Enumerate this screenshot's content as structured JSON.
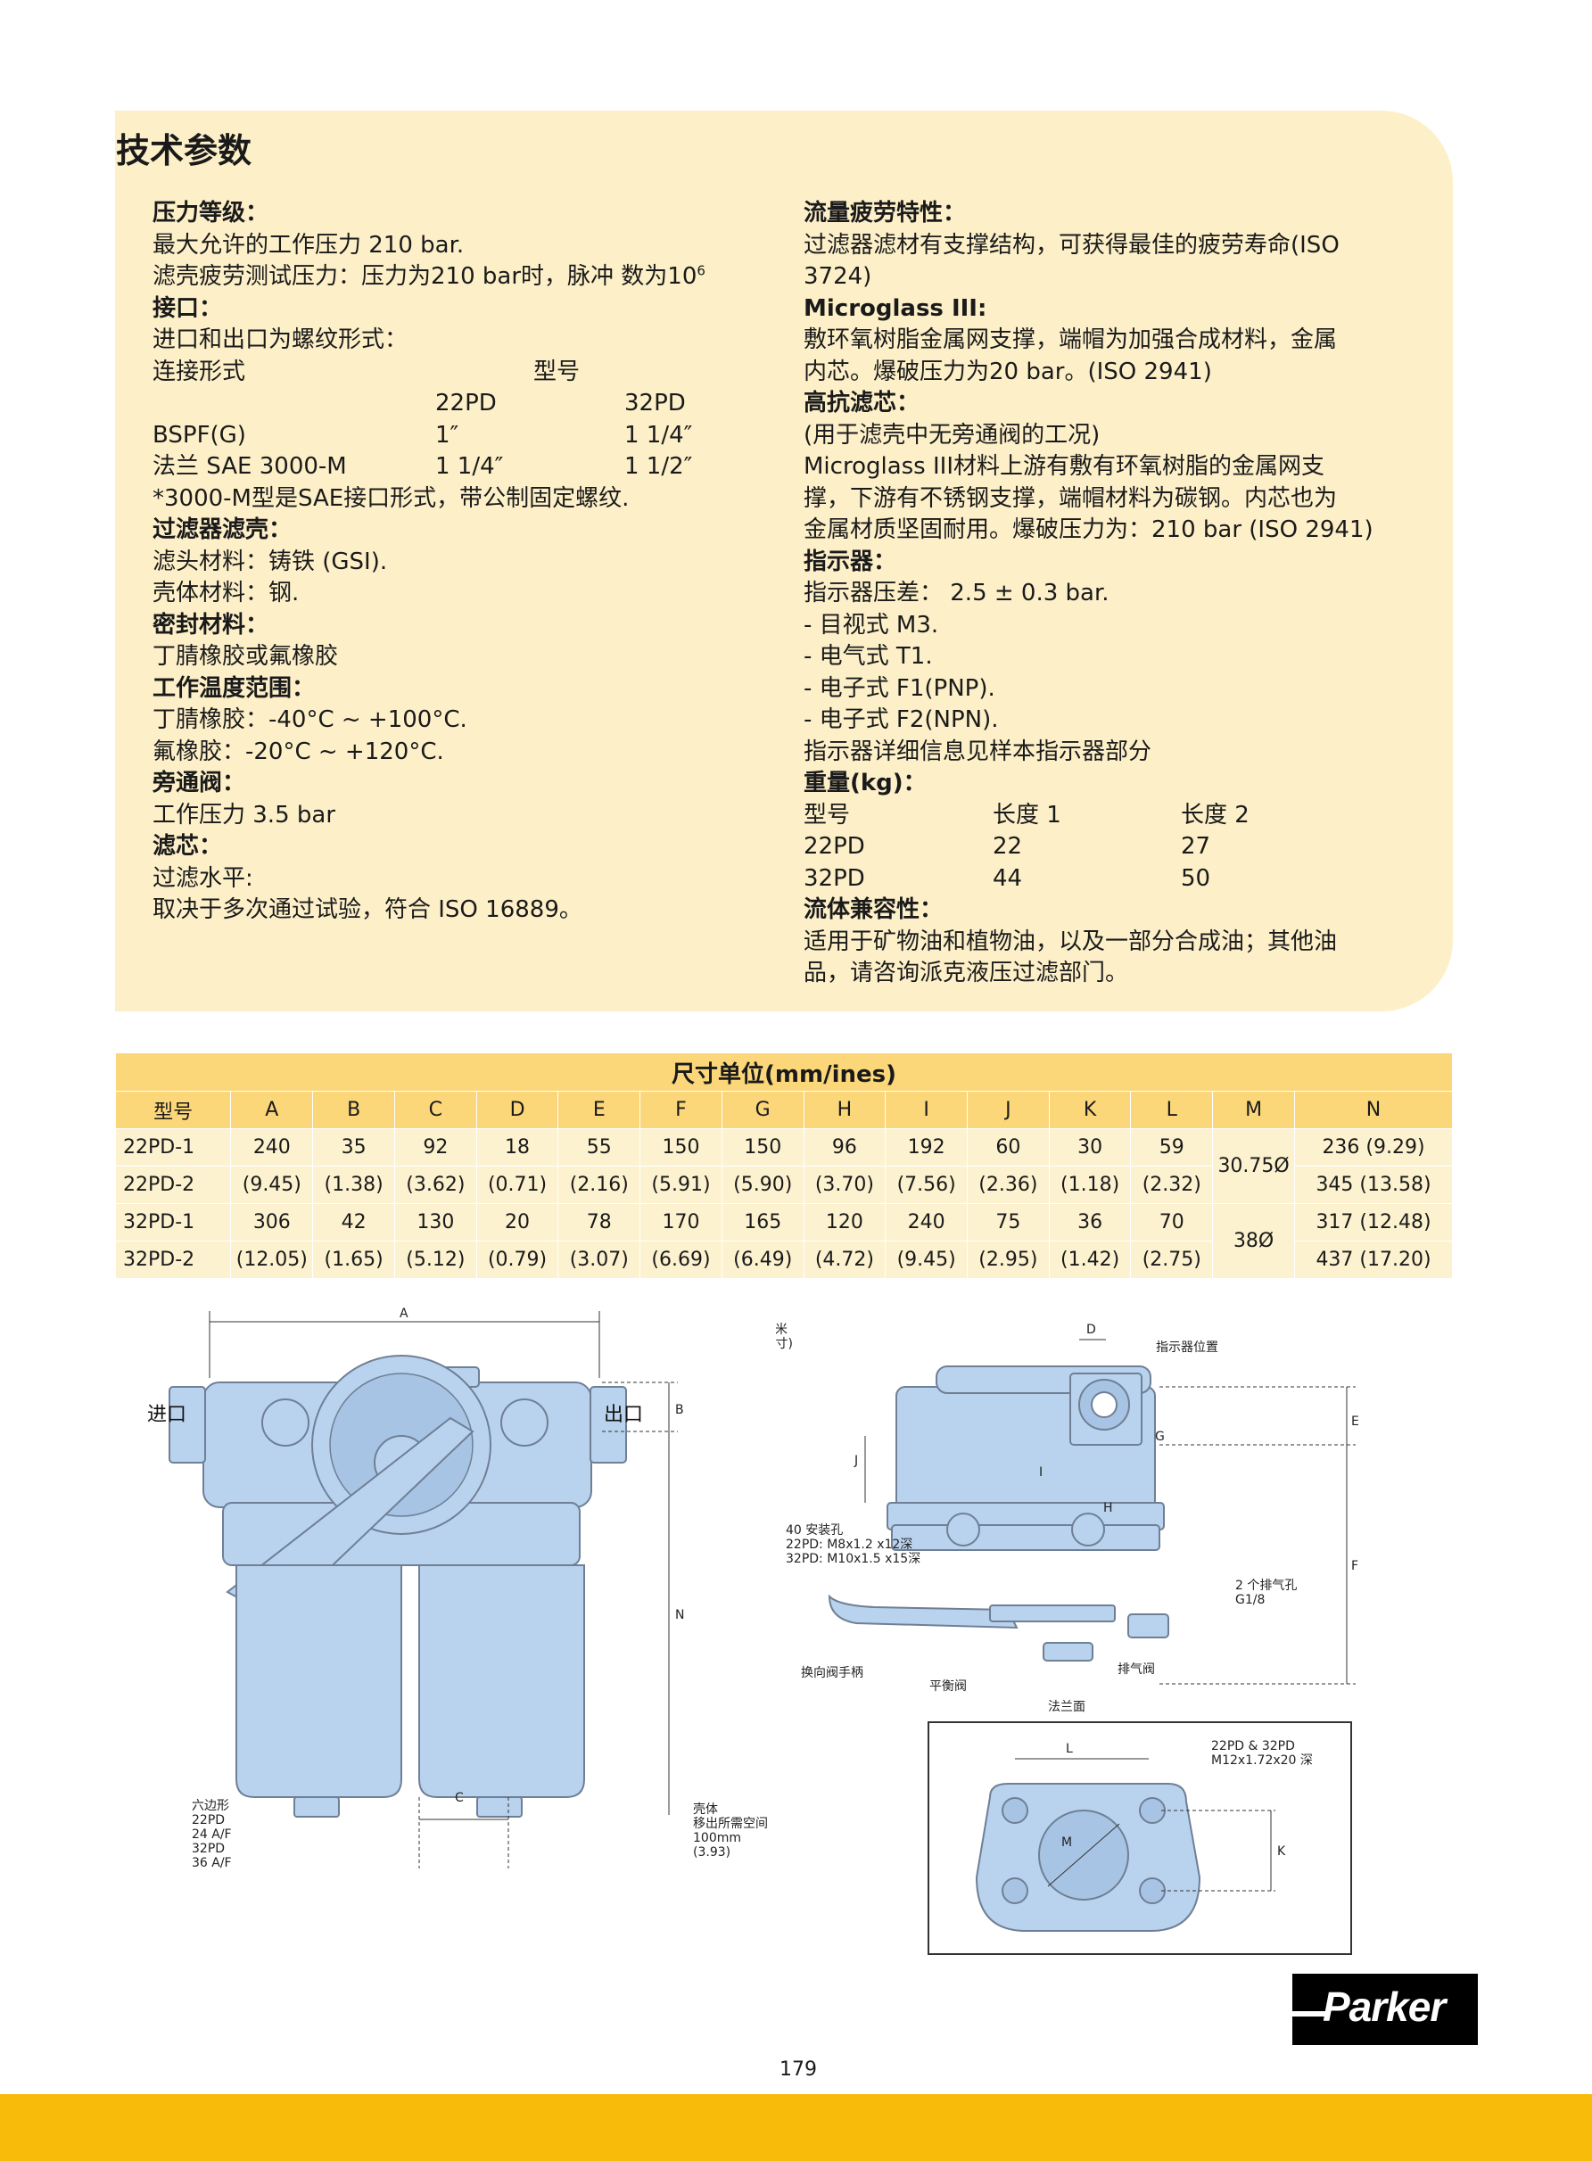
{
  "page_title": "技术参数",
  "left_column": {
    "pressure_title": "压力等级：",
    "pressure_line1": "最大允许的工作压力 210 bar.",
    "pressure_line2": "滤壳疲劳测试压力：压力为210 bar时，脉冲 数为10",
    "pressure_line2_sup": "6",
    "ports_title": "接口：",
    "ports_line1": "进口和出口为螺纹形式：",
    "ports_header": {
      "col1": "连接形式",
      "col2": "型号"
    },
    "ports_models": {
      "m1": "22PD",
      "m2": "32PD"
    },
    "ports_rows": [
      {
        "name": "BSPF(G)",
        "v1": "1″",
        "v2": "1 1/4″"
      },
      {
        "name": "法兰 SAE 3000-M",
        "v1": "1 1/4″",
        "v2": "1 1/2″"
      }
    ],
    "ports_note": "*3000-M型是SAE接口形式，带公制固定螺纹.",
    "housing_title": "过滤器滤壳：",
    "housing_line1": "滤头材料：铸铁 (GSI).",
    "housing_line2": "壳体材料：钢.",
    "seal_title": "密封材料：",
    "seal_line1": "丁腈橡胶或氟橡胶",
    "temp_title": "工作温度范围：",
    "temp_line1": "丁腈橡胶：-40°C ~ +100°C.",
    "temp_line2": "氟橡胶：-20°C ~ +120°C.",
    "bypass_title": "旁通阀：",
    "bypass_line1": "工作压力 3.5 bar",
    "element_title": "滤芯：",
    "element_line1": "过滤水平:",
    "element_line2": "取决于多次通过试验，符合 ISO 16889。"
  },
  "right_column": {
    "fatigue_title": "流量疲劳特性：",
    "fatigue_line1": "过滤器滤材有支撑结构，可获得最佳的疲劳寿命(ISO",
    "fatigue_line2": "3724)",
    "microglass_title": "Microglass III:",
    "microglass_line1": "敷环氧树脂金属网支撑，端帽为加强合成材料，金属",
    "microglass_line2": "内芯。爆破压力为20 bar。(ISO 2941)",
    "highcollapse_title": "高抗滤芯：",
    "highcollapse_line1": "(用于滤壳中无旁通阀的工况)",
    "highcollapse_line2": "Microglass III材料上游有敷有环氧树脂的金属网支",
    "highcollapse_line3": "撑，下游有不锈钢支撑，端帽材料为碳钢。内芯也为",
    "highcollapse_line4": "金属材质坚固耐用。爆破压力为：210 bar (ISO 2941)",
    "indicator_title": "指示器：",
    "indicator_line1": "指示器压差： 2.5 ± 0.3 bar.",
    "indicator_items": [
      "- 目视式 M3.",
      "- 电气式 T1.",
      "- 电子式 F1(PNP).",
      "- 电子式 F2(NPN)."
    ],
    "indicator_note": "指示器详细信息见样本指示器部分",
    "weight_title": "重量(kg)：",
    "weight_header": {
      "c1": "型号",
      "c2": "长度 1",
      "c3": "长度 2"
    },
    "weight_rows": [
      {
        "c1": "22PD",
        "c2": "22",
        "c3": "27"
      },
      {
        "c1": "32PD",
        "c2": "44",
        "c3": "50"
      }
    ],
    "fluid_title": "流体兼容性：",
    "fluid_line1": "适用于矿物油和植物油，以及一部分合成油；其他油",
    "fluid_line2": "品，请咨询派克液压过滤部门。"
  },
  "dimension_table": {
    "caption": "尺寸单位(mm/ines)",
    "headers": [
      "型号",
      "A",
      "B",
      "C",
      "D",
      "E",
      "F",
      "G",
      "H",
      "I",
      "J",
      "K",
      "L",
      "M",
      "N"
    ],
    "rows": [
      {
        "model": "22PD-1",
        "values": [
          "240",
          "35",
          "92",
          "18",
          "55",
          "150",
          "150",
          "96",
          "192",
          "60",
          "30",
          "59"
        ],
        "m": "30.75Ø",
        "n": "236 (9.29)"
      },
      {
        "model": "22PD-2",
        "values": [
          "(9.45)",
          "(1.38)",
          "(3.62)",
          "(0.71)",
          "(2.16)",
          "(5.91)",
          "(5.90)",
          "(3.70)",
          "(7.56)",
          "(2.36)",
          "(1.18)",
          "(2.32)"
        ],
        "n": "345 (13.58)"
      },
      {
        "model": "32PD-1",
        "values": [
          "306",
          "42",
          "130",
          "20",
          "78",
          "170",
          "165",
          "120",
          "240",
          "75",
          "36",
          "70"
        ],
        "m": "38Ø",
        "n": "317 (12.48)"
      },
      {
        "model": "32PD-2",
        "values": [
          "(12.05)",
          "(1.65)",
          "(5.12)",
          "(0.79)",
          "(3.07)",
          "(6.69)",
          "(6.49)",
          "(4.72)",
          "(9.45)",
          "(2.95)",
          "(1.42)",
          "(2.75)"
        ],
        "n": "437 (17.20)"
      }
    ]
  },
  "drawing_left": {
    "label_a": "A",
    "label_b": "B",
    "label_n": "N",
    "label_c": "C",
    "inlet": "进口",
    "outlet": "出口",
    "hex_note": [
      "六边形",
      "22PD",
      "24 A/F",
      "32PD",
      "36 A/F"
    ],
    "clearance_note": [
      "壳体",
      "移出所需空间",
      "100mm",
      "(3.93)"
    ]
  },
  "drawing_right": {
    "units": [
      "毫米",
      "(英寸)"
    ],
    "label_d": "D",
    "label_e": "E",
    "label_f": "F",
    "label_g": "G",
    "label_h": "H",
    "label_i": "I",
    "label_j": "J",
    "indicator_pos": "指示器位置",
    "mount_holes": [
      "40 安装孔",
      "22PD: M8x1.2 x12深",
      "32PD: M10x1.5 x15深"
    ],
    "vent": [
      "2 个排气孔",
      "G1/8"
    ],
    "handle": "换向阀手柄",
    "balance": "平衡阀",
    "bleed": "排气阀",
    "flange": "法兰面"
  },
  "drawing_flange": {
    "label_l": "L",
    "label_k": "K",
    "label_m": "M",
    "thread_note": [
      "22PD & 32PD",
      "M12x1.72x20 深"
    ]
  },
  "logo_text": "Parker",
  "page_number": "179",
  "colors": {
    "panel": "#fdf0c9",
    "table_header": "#fbd77a",
    "footer": "#f9bb09",
    "drawing_fill": "#b9d3ee"
  }
}
